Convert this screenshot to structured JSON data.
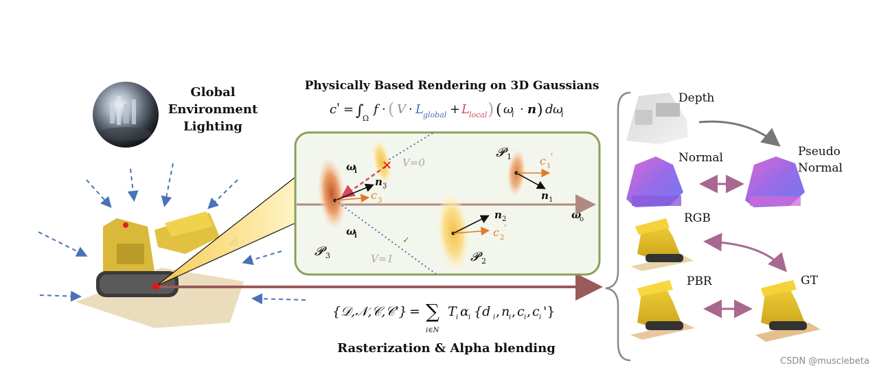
{
  "lighting": {
    "line1": "Global",
    "line2": "Environment",
    "line3": "Lighting"
  },
  "pbr": {
    "title": "Physically Based Rendering on 3D Gaussians",
    "eq_c": "c",
    "eq_prime": "'",
    "eq_eq": "=",
    "eq_int": "∫",
    "eq_omega_sub": "Ω",
    "eq_f": "f",
    "eq_dot": "·",
    "eq_V": "V",
    "eq_L": "L",
    "eq_global": "global",
    "eq_plus": "+",
    "eq_local": "local",
    "eq_wi": "ω",
    "eq_wi_sub": "i",
    "eq_n": "n",
    "eq_d": "d",
    "eq_lparen": "(",
    "eq_rparen": ")"
  },
  "panel": {
    "omega_i": "ω",
    "omega_i_sub": "i",
    "omega_o": "ω",
    "omega_o_sub": "o",
    "v0": "V=0",
    "v1": "V=1",
    "check": "✓",
    "cross": "✕",
    "p1": "𝓟",
    "p1_sub": "1",
    "p2": "𝓟",
    "p2_sub": "2",
    "p3": "𝓟",
    "p3_sub": "3",
    "n": "n",
    "n1_sub": "1",
    "n2_sub": "2",
    "n3_sub": "3",
    "c": "c",
    "c1_sub": "1",
    "c2_sub": "2",
    "c3_sub": "3",
    "prime": "'"
  },
  "raster": {
    "eq_left": "{𝒟,𝒩,𝒞,𝒞'}",
    "eq_eq": "=",
    "eq_sum": "∑",
    "eq_sum_sub": "i∈N",
    "eq_T": "T",
    "eq_alpha": "α",
    "eq_i": "i",
    "eq_right": "{d",
    "eq_n": "n",
    "eq_c": "c",
    "eq_end": "'}",
    "label": "Rasterization & Alpha blending"
  },
  "outputs": {
    "depth": "Depth",
    "pseudo1": "Pseudo",
    "pseudo2": "Normal",
    "normal": "Normal",
    "rgb": "RGB",
    "gt": "GT",
    "pbr": "PBR"
  },
  "watermark": "CSDN @musclebeta",
  "colors": {
    "panel_fill": "#f3f6ec",
    "panel_stroke": "#8aa05a",
    "axis": "#b08a82",
    "red_arrow": "#d4485a",
    "blue_dots": "#4a6fb5",
    "orange": "#e07a2a",
    "v_gray": "#a8a8a8",
    "purple_arrow": "#a8688f",
    "big_arrow": "#9a5a5a",
    "light_dash": "#4a72b8"
  }
}
